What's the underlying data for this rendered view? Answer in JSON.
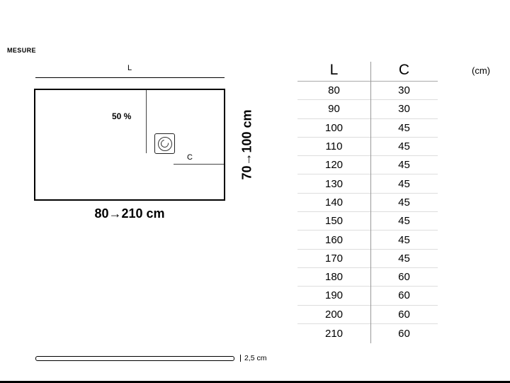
{
  "page": {
    "title": "MESURE"
  },
  "diagram": {
    "length_label": "L",
    "width_label": "C",
    "slope_label": "50 %",
    "length_range": "80→210 cm",
    "width_range": "70→100 cm"
  },
  "profile": {
    "thickness_label": "2,5 cm"
  },
  "table": {
    "headers": [
      "L",
      "C"
    ],
    "unit_label": "(cm)",
    "rows": [
      {
        "l": "80",
        "c": "30"
      },
      {
        "l": "90",
        "c": "30"
      },
      {
        "l": "100",
        "c": "45"
      },
      {
        "l": "110",
        "c": "45"
      },
      {
        "l": "120",
        "c": "45"
      },
      {
        "l": "130",
        "c": "45"
      },
      {
        "l": "140",
        "c": "45"
      },
      {
        "l": "150",
        "c": "45"
      },
      {
        "l": "160",
        "c": "45"
      },
      {
        "l": "170",
        "c": "45"
      },
      {
        "l": "180",
        "c": "60"
      },
      {
        "l": "190",
        "c": "60"
      },
      {
        "l": "200",
        "c": "60"
      },
      {
        "l": "210",
        "c": "60"
      }
    ]
  },
  "colors": {
    "line": "#000000",
    "row_separator": "#dddddd",
    "column_divider": "#999999"
  }
}
